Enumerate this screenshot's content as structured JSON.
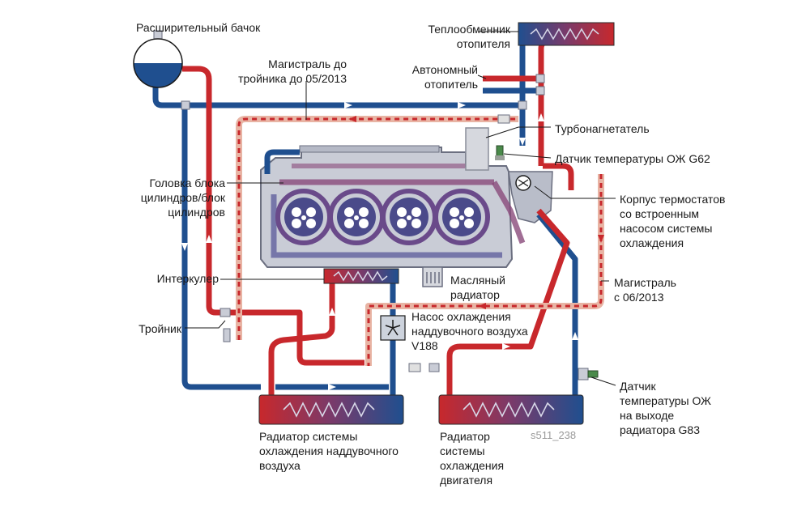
{
  "labels": {
    "expansion_tank": "Расширительный бачок",
    "main_line_old": [
      "Магистраль до",
      "тройника до 05/2013"
    ],
    "heater_core": [
      "Теплообменник",
      "отопителя"
    ],
    "aux_heater": [
      "Автономный",
      "отопитель"
    ],
    "turbocharger": "Турбонагнетатель",
    "sensor_g62": "Датчик температуры ОЖ G62",
    "cylinder_head": [
      "Головка блока",
      "цилиндров/блок",
      "цилиндров"
    ],
    "thermostat_housing": [
      "Корпус термостатов",
      "со встроенным",
      "насосом системы",
      "охлаждения"
    ],
    "intercooler": "Интеркулер",
    "oil_cooler": [
      "Масляный",
      "радиатор"
    ],
    "main_line_new": [
      "Магистраль",
      "с 06/2013"
    ],
    "charge_air_pump": [
      "Насос охлаждения",
      "наддувочного воздуха",
      "V188"
    ],
    "tee": "Тройник",
    "sensor_g83": [
      "Датчик",
      "температуры ОЖ",
      "на выходе",
      "радиатора G83"
    ],
    "charge_air_radiator": [
      "Радиатор системы",
      "охлаждения наддувочного",
      "воздуха"
    ],
    "engine_radiator": [
      "Радиатор",
      "системы",
      "охлаждения",
      "двигателя"
    ],
    "figure_code": "s511_238"
  },
  "colors": {
    "hot": "#c8282c",
    "cold": "#1f4f8f",
    "engine_body": "#c9ccd6",
    "engine_edge": "#6b6f80",
    "hot_light": "#e8b4a4",
    "pump_fill": "#cdd3dd"
  }
}
